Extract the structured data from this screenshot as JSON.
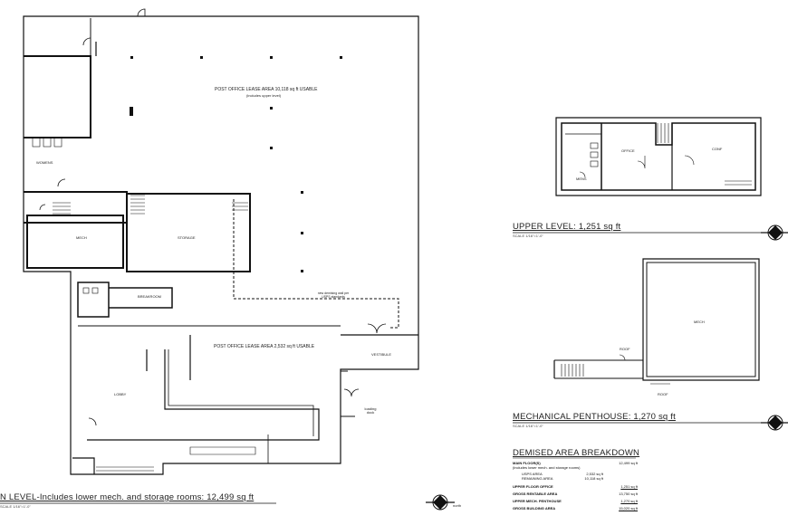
{
  "main_plan": {
    "lease_area_1": "POST OFFICE LEASE AREA 10,118 sq ft USABLE",
    "lease_area_1_note": "(includes upper level)",
    "lease_area_2": "POST OFFICE LEASE AREA 2,532 sq ft USABLE",
    "womens": "WOMENS",
    "mech": "MECH",
    "storage": "STORAGE",
    "breakroom": "BREAKROOM",
    "vestibule": "VESTIBULE",
    "lobby": "LOBBY",
    "loading_dock": "loading dock",
    "demising_wall": "new demising wall per USPS standards",
    "title": "N LEVEL-Includes lower mech. and storage rooms: 12,499 sq ft",
    "scale": "SCALE 1/16\"=1'-0\"",
    "north_note": "north"
  },
  "upper_level": {
    "office": "OFFICE",
    "conf": "CONF",
    "mens": "MENS",
    "title": "UPPER LEVEL: 1,251 sq ft",
    "scale": "SCALE 1/16\"=1'-0\""
  },
  "penthouse": {
    "mech": "MECH",
    "roof_1": "ROOF",
    "roof_2": "ROOF",
    "title": "MECHANICAL PENTHOUSE: 1,270 sq ft",
    "scale": "SCALE 1/16\"=1'-0\""
  },
  "schedule": {
    "title": "DEMISED AREA BREAKDOWN",
    "rows": [
      {
        "label": "MAIN FLOOR(S)",
        "value": "12,499 sq ft"
      },
      {
        "label": "(includes lower mech. and storage rooms)",
        "value": ""
      },
      {
        "label": "USPS AREA",
        "value": "2,532 sq ft"
      },
      {
        "label": "REMAINING AREA",
        "value": "10,118 sq ft"
      },
      {
        "label": "UPPER FLOOR OFFICE",
        "value": "1,251 sq ft"
      },
      {
        "label": "GROSS RENTABLE AREA",
        "value": "13,750 sq ft"
      },
      {
        "label": "UPPER MECH. PENTHOUSE",
        "value": "1,270 sq ft"
      },
      {
        "label": "GROSS BUILDING AREA",
        "value": "15,020 sq ft"
      }
    ]
  }
}
